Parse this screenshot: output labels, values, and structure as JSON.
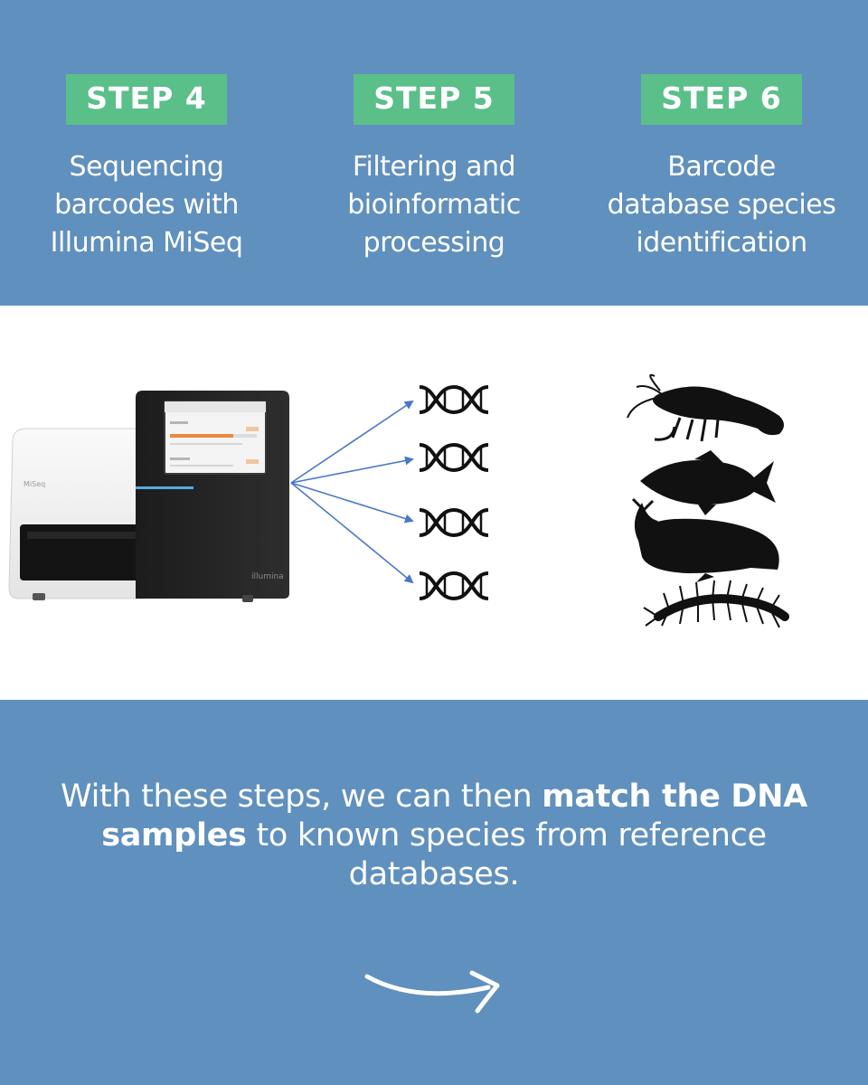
{
  "steps": [
    {
      "badge": "STEP 4",
      "lines": [
        "Sequencing",
        "barcodes with",
        "Illumina MiSeq"
      ]
    },
    {
      "badge": "STEP 5",
      "lines": [
        "Filtering and",
        "bioinformatic",
        "processing"
      ]
    },
    {
      "badge": "STEP 6",
      "lines": [
        "Barcode",
        "database species",
        "identification"
      ]
    }
  ],
  "device": {
    "model_label": "MiSeq",
    "brand_label": "illumina"
  },
  "summary": {
    "part1": "With these steps, we can then ",
    "bold": "match the DNA samples",
    "part2": " to known species from reference databases."
  },
  "colors": {
    "band": "#6090bd",
    "badge": "#5bbf8a",
    "text": "#ffffff",
    "arrow": "#4a78c8"
  },
  "icons": [
    "dna-icon",
    "shrimp-icon",
    "fish-icon",
    "whale-icon",
    "centipede-icon",
    "next-arrow-icon"
  ]
}
